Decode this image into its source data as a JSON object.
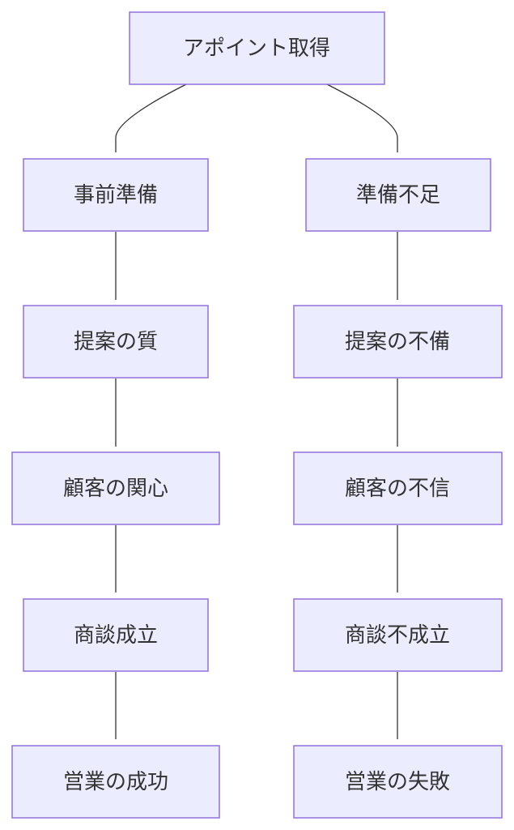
{
  "colors": {
    "node_fill": "#ececff",
    "node_border": "#9370db",
    "edge": "#333333",
    "text": "#333333"
  },
  "nodes": {
    "root": "アポイント取得",
    "l1": "事前準備",
    "l2": "提案の質",
    "l3": "顧客の関心",
    "l4": "商談成立",
    "l5": "営業の成功",
    "r1": "準備不足",
    "r2": "提案の不備",
    "r3": "顧客の不信",
    "r4": "商談不成立",
    "r5": "営業の失敗"
  },
  "edges": [
    [
      "root",
      "l1"
    ],
    [
      "l1",
      "l2"
    ],
    [
      "l2",
      "l3"
    ],
    [
      "l3",
      "l4"
    ],
    [
      "l4",
      "l5"
    ],
    [
      "root",
      "r1"
    ],
    [
      "r1",
      "r2"
    ],
    [
      "r2",
      "r3"
    ],
    [
      "r3",
      "r4"
    ],
    [
      "r4",
      "r5"
    ]
  ]
}
